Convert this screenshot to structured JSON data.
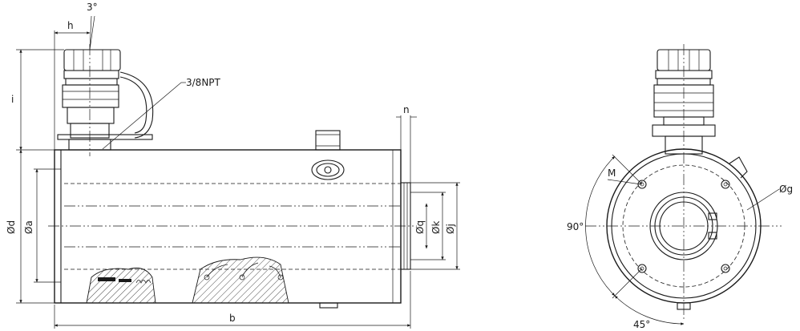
{
  "labels": {
    "angle_top": "3°",
    "h": "h",
    "i": "i",
    "npt": "3/8NPT",
    "n": "n",
    "d": "Ød",
    "a": "Øa",
    "q": "Øq",
    "k": "Øk",
    "j": "Øj",
    "b": "b",
    "M": "M",
    "g": "Øg",
    "angle_90": "90°",
    "angle_45": "45°"
  },
  "colors": {
    "line": "#1a1a1a",
    "background": "#ffffff"
  }
}
